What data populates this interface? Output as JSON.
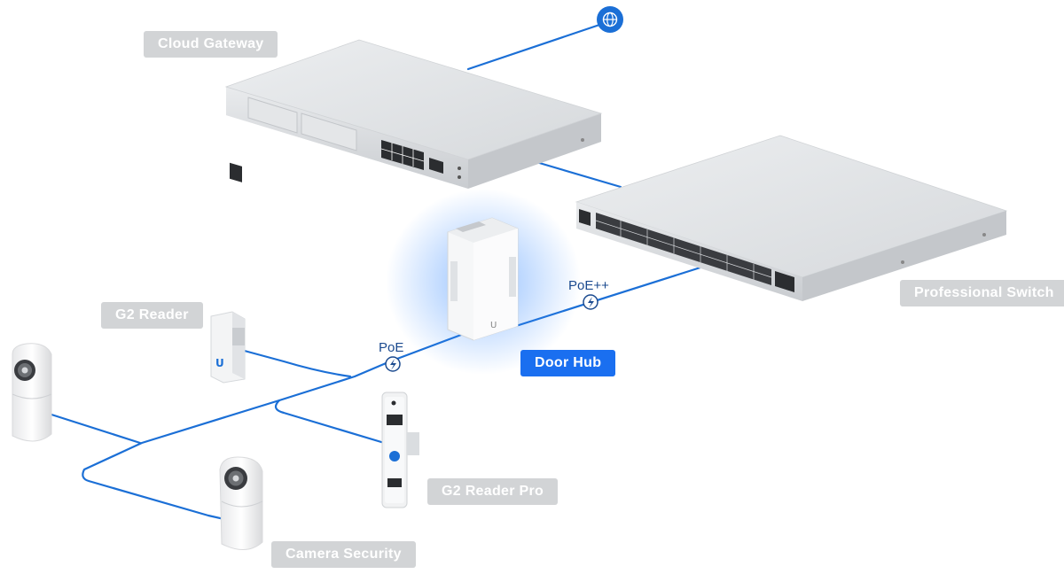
{
  "labels": {
    "cloud_gateway": "Cloud Gateway",
    "professional_switch": "Professional Switch",
    "door_hub": "Door Hub",
    "g2_reader": "G2 Reader",
    "g2_reader_pro": "G2 Reader Pro",
    "camera_security": "Camera Security"
  },
  "links": {
    "poe": "PoE",
    "poe_plus": "PoE++"
  },
  "icons": {
    "internet": "globe-icon",
    "power": "lightning-icon"
  },
  "colors": {
    "cable": "#1b6fd6",
    "accent": "#1a6ff0",
    "label_bg": "#d2d4d6"
  }
}
